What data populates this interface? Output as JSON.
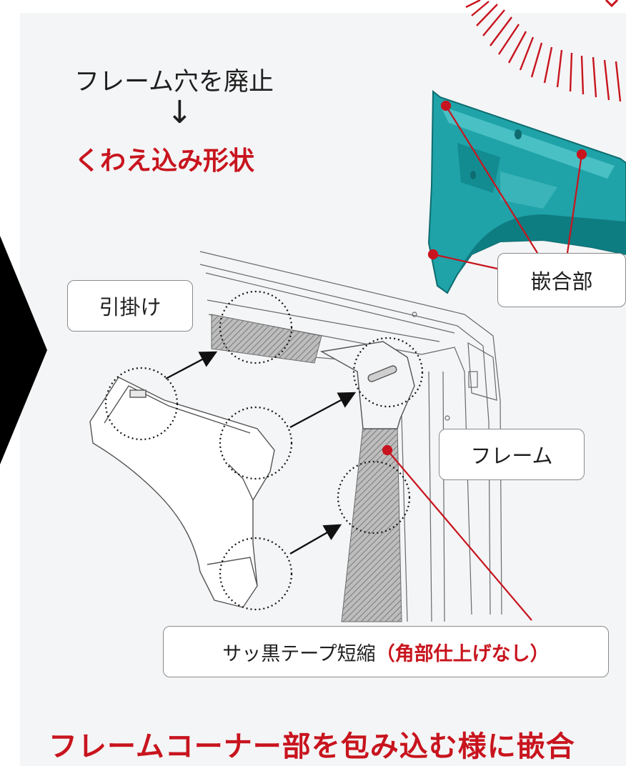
{
  "heading": {
    "line1": "フレーム穴を廃止",
    "arrow": "↓",
    "line2": "くわえ込み形状"
  },
  "callouts": {
    "hook": "引掛け",
    "fit": "嵌合部",
    "frame": "フレーム",
    "tape_main": "サッ黒テープ短縮",
    "tape_note": "（角部仕上げなし）"
  },
  "bottom_title": "フレームコーナー部を包み込む様に嵌合",
  "colors": {
    "accent_red": "#c8141e",
    "part_teal": "#1fa3a8",
    "background": "#f4f5f6"
  }
}
